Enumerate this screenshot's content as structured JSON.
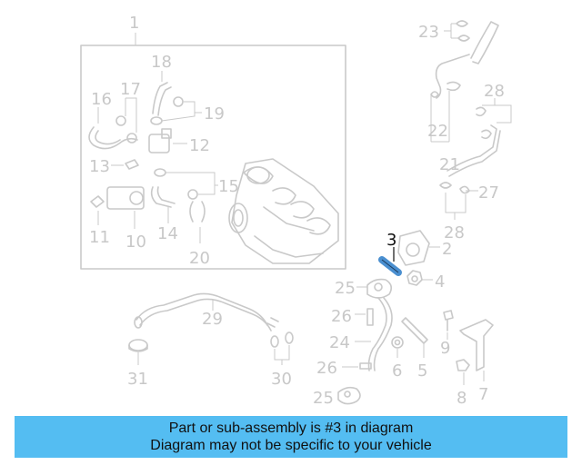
{
  "callouts": {
    "c1": "1",
    "c2": "2",
    "c3": "3",
    "c4": "4",
    "c5": "5",
    "c6": "6",
    "c7": "7",
    "c8": "8",
    "c9": "9",
    "c10": "10",
    "c11": "11",
    "c12": "12",
    "c13": "13",
    "c14": "14",
    "c15": "15",
    "c16": "16",
    "c17": "17",
    "c18": "18",
    "c19": "19",
    "c20": "20",
    "c21": "21",
    "c22": "22",
    "c23": "23",
    "c24": "24",
    "c25a": "25",
    "c25b": "25",
    "c26a": "26",
    "c26b": "26",
    "c27": "27",
    "c28a": "28",
    "c28b": "28",
    "c29": "29",
    "c30": "30",
    "c31": "31"
  },
  "highlight": {
    "part_number": "3",
    "color": "#4a8fd0"
  },
  "banner": {
    "line1": "Part or sub-assembly is #3 in diagram",
    "line2": "Diagram may not be specific to your vehicle",
    "background": "#54bdf2"
  }
}
